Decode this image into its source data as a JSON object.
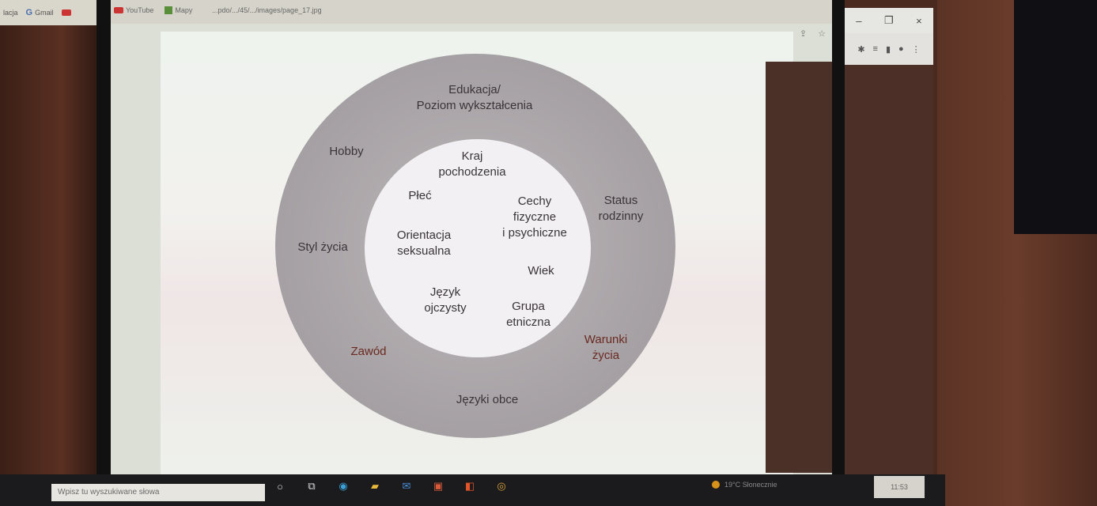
{
  "browser": {
    "address": "...pdo/.../45/.../images/page_17.jpg",
    "bookmarks": {
      "partial_left": "lacja",
      "gmail": "Gmail",
      "youtube": "YouTube",
      "maps": "Mapy"
    }
  },
  "window_controls": {
    "minimize": "–",
    "restore": "❐",
    "close": "×"
  },
  "diagram": {
    "outer_labels": {
      "education_line1": "Edukacja/",
      "education_line2": "Poziom wykształcenia",
      "hobby": "Hobby",
      "family_line1": "Status",
      "family_line2": "rodzinny",
      "lifestyle": "Styl życia",
      "living_line1": "Warunki",
      "living_line2": "życia",
      "profession": "Zawód",
      "languages": "Języki obce"
    },
    "inner_labels": {
      "country_line1": "Kraj",
      "country_line2": "pochodzenia",
      "gender": "Płeć",
      "traits_line1": "Cechy",
      "traits_line2": "fizyczne",
      "traits_line3": "i psychiczne",
      "orientation_line1": "Orientacja",
      "orientation_line2": "seksualna",
      "age": "Wiek",
      "native_line1": "Język",
      "native_line2": "ojczysty",
      "ethnic_line1": "Grupa",
      "ethnic_line2": "etniczna"
    }
  },
  "taskbar": {
    "search_placeholder": "Wpisz tu wyszukiwane słowa",
    "tray_text": "19°C Słonecznie",
    "clock": "11:53"
  }
}
